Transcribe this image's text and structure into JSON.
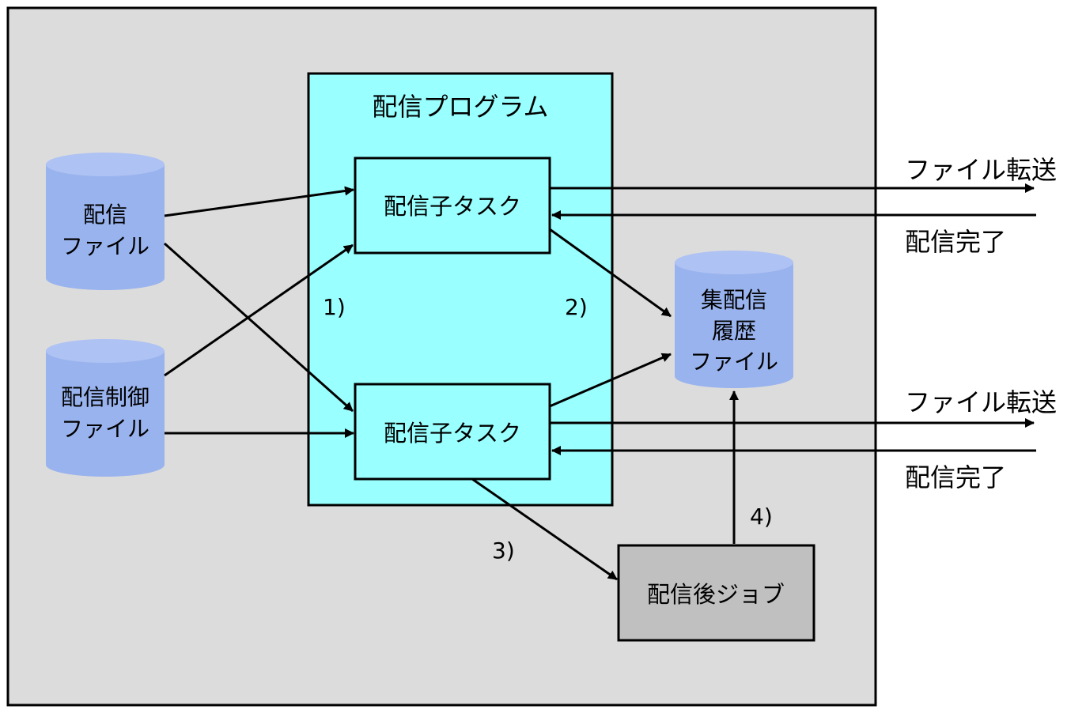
{
  "program": {
    "title": "配信プログラム"
  },
  "tasks": [
    {
      "label": "配信子タスク"
    },
    {
      "label": "配信子タスク"
    }
  ],
  "sources": {
    "delivery_file": [
      "配信",
      "ファイル"
    ],
    "control_file": [
      "配信制御",
      "ファイル"
    ]
  },
  "history_file": [
    "集配信",
    "履歴",
    "ファイル"
  ],
  "post_job": {
    "label": "配信後ジョブ"
  },
  "steps": [
    "1)",
    "2)",
    "3)",
    "4)"
  ],
  "external": {
    "top": {
      "transfer": "ファイル転送",
      "complete": "配信完了"
    },
    "bottom": {
      "transfer": "ファイル転送",
      "complete": "配信完了"
    }
  },
  "colors": {
    "outer_bg": "#dcdcdc",
    "program_bg": "#99ffff",
    "task_bg": "#99ffff",
    "cylinder": "#99b3ee",
    "job_bg": "#c0c0c0"
  }
}
